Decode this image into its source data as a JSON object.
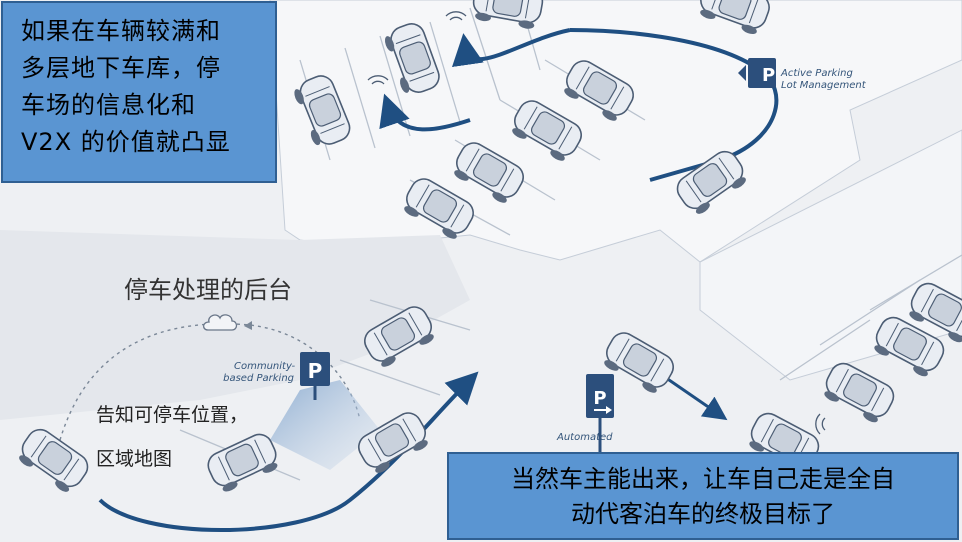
{
  "callouts": {
    "top": {
      "line1": "如果在车辆较满和",
      "line2": "多层地下车库，停",
      "line3": "车场的信息化和",
      "line4": "V2X 的价值就凸显"
    },
    "bottom": {
      "line1": "当然车主能出来，让车自己走是全自",
      "line2": "动代客泊车的终极目标了"
    }
  },
  "labels": {
    "backend_title": "停车处理的后台",
    "notice_line1": "告知可停车位置，",
    "notice_line2": "区域地图"
  },
  "signs": {
    "active_parking_line1": "Active Parking",
    "active_parking_line2": "Lot Management",
    "community_line1": "Community-",
    "community_line2": "based Parking",
    "automated": "Automated",
    "p_letter": "P"
  },
  "icons": {
    "cloud": "cloud-icon",
    "wifi": "wireless-signal-icon",
    "parking_sign": "parking-sign-icon"
  },
  "colors": {
    "callout_fill": "#5a95d2",
    "callout_border": "#2f5f92",
    "route": "#1f4f82",
    "car_fill": "#e9edf3",
    "car_stroke": "#4c5d74",
    "sign_fill": "#2c4f7c"
  }
}
